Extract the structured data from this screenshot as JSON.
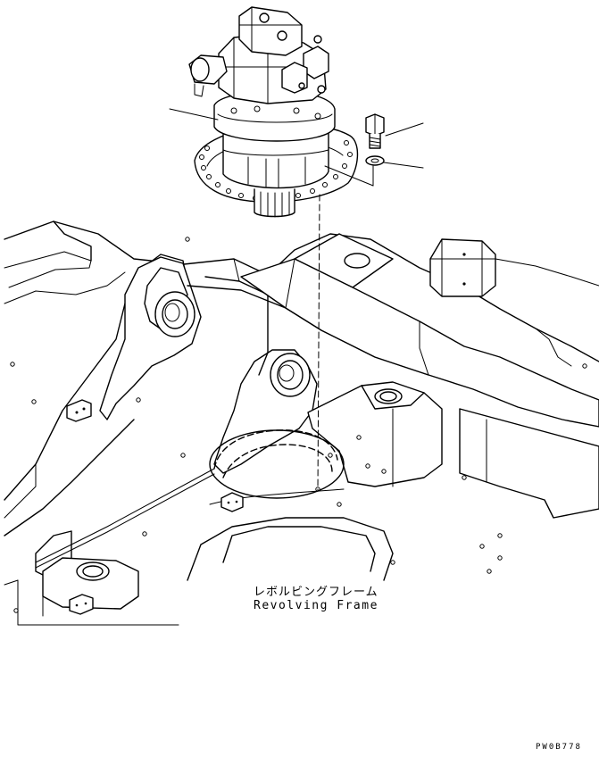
{
  "labels": {
    "frame_jp": "レボルビングフレーム",
    "frame_en": "Revolving Frame"
  },
  "drawing_code": "PW0B778"
}
